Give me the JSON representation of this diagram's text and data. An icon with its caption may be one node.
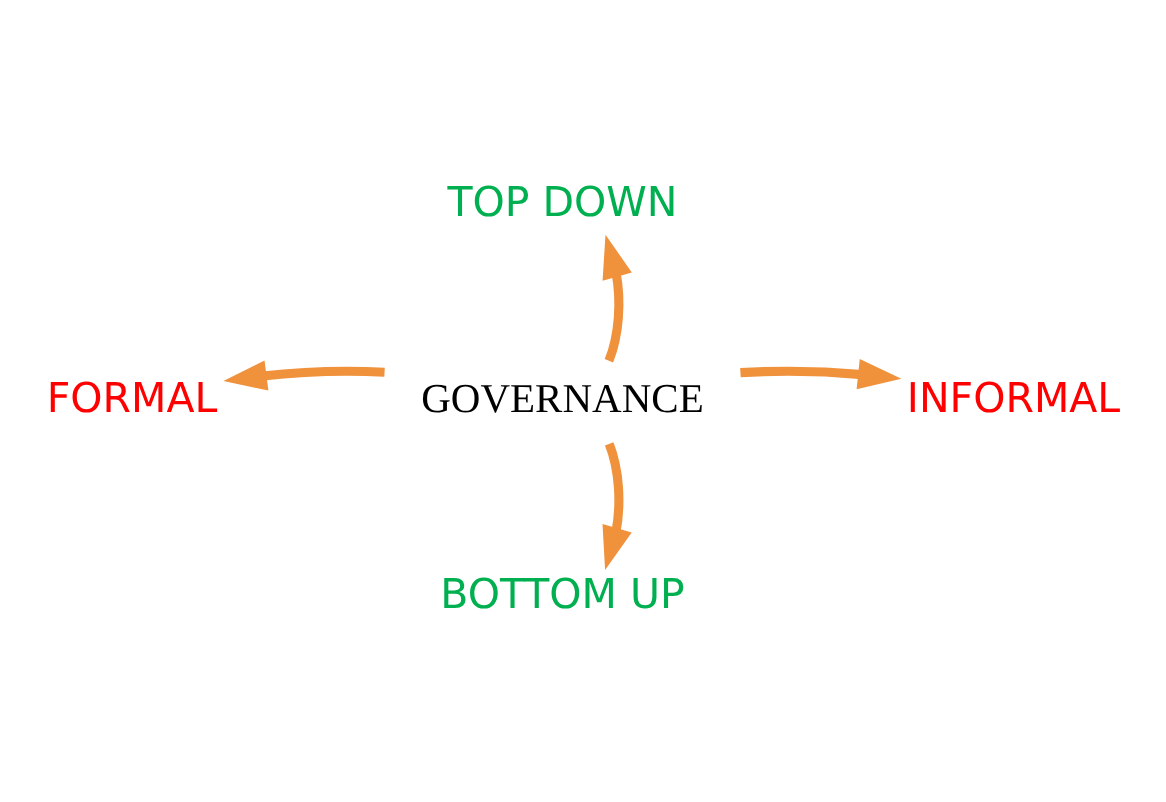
{
  "diagram": {
    "nodes": [
      {
        "text": [
          "TOP DOWN"
        ]
      },
      {
        "text": [
          "FORMAL"
        ]
      },
      {
        "text": [
          "GOVERNANCE"
        ]
      },
      {
        "text": [
          "INFORMAL"
        ]
      },
      {
        "text": [
          "BOTTOM UP"
        ]
      }
    ],
    "edges": [
      {
        "from": 2,
        "to": 0,
        "arrow": "to"
      },
      {
        "from": 2,
        "to": 1,
        "arrow": "to"
      },
      {
        "from": 2,
        "to": 3,
        "arrow": "to"
      },
      {
        "from": 2,
        "to": 4,
        "arrow": "to"
      }
    ]
  }
}
